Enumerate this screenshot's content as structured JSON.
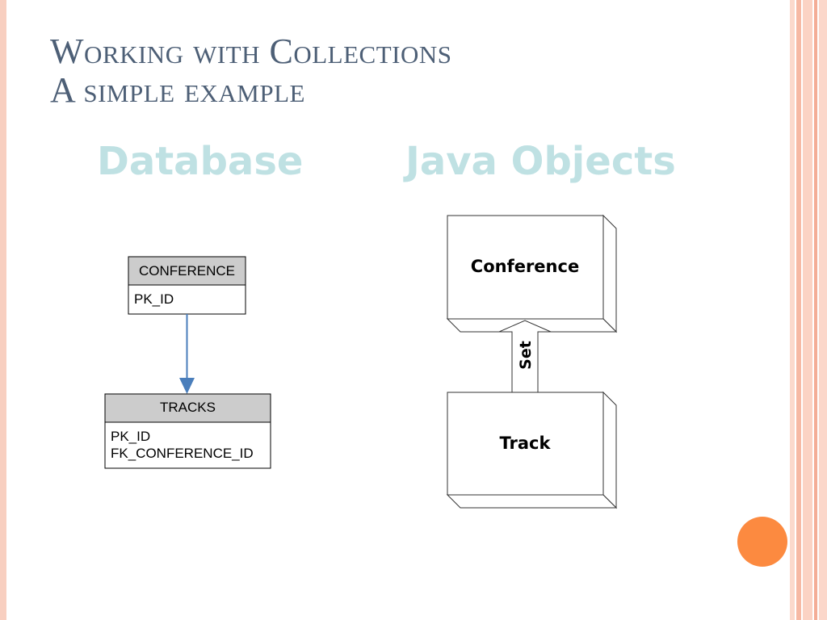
{
  "title": {
    "line1": "Working with Collections",
    "line2": "A simple example"
  },
  "headings": {
    "database": "Database",
    "java_objects": "Java Objects"
  },
  "database": {
    "conference_table": {
      "name": "CONFERENCE",
      "fields": [
        "PK_ID"
      ]
    },
    "tracks_table": {
      "name": "TRACKS",
      "fields": [
        "PK_ID",
        "FK_CONFERENCE_ID"
      ]
    }
  },
  "java_objects": {
    "conference_object": "Conference",
    "track_object": "Track",
    "relation_label": "Set"
  },
  "colors": {
    "title": "#4d5f76",
    "heading": "#bfe1e3",
    "table_header": "#cccccc",
    "arrow": "#4a7ebb",
    "accent_dot": "#fc8a40",
    "border_pink": "#f8cfc0"
  }
}
